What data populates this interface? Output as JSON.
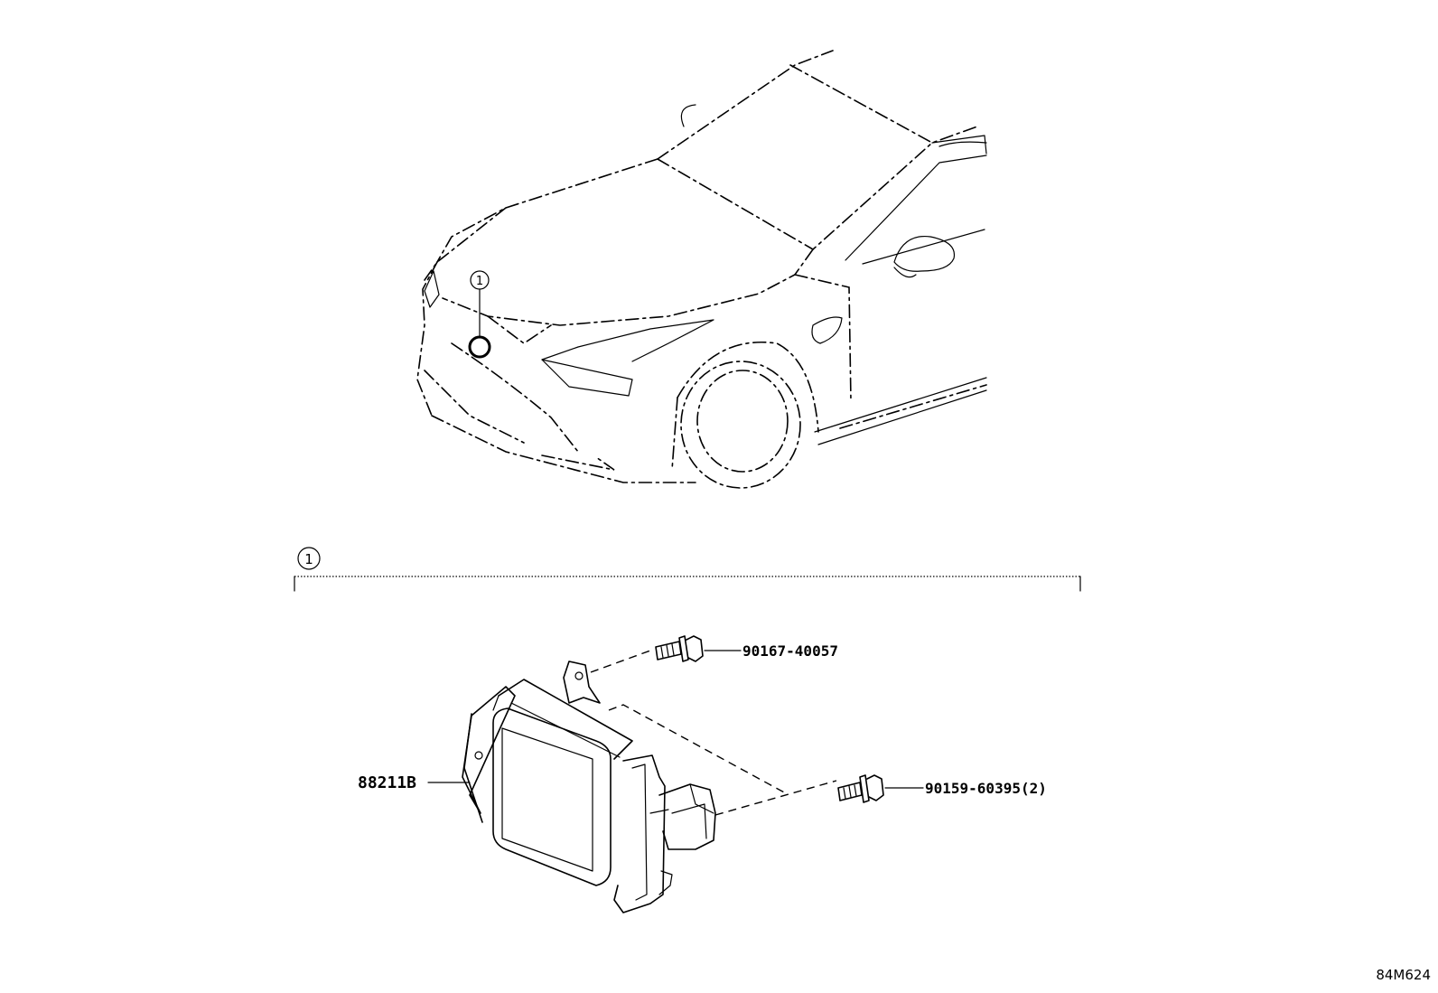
{
  "callouts": {
    "vehicle_marker": "1",
    "section_marker": "1"
  },
  "parts": {
    "sensor_unit": "88211B",
    "upper_bolt": "90167-40057",
    "lower_bolt": "90159-60395(2)"
  },
  "illustration_code": "84M624"
}
